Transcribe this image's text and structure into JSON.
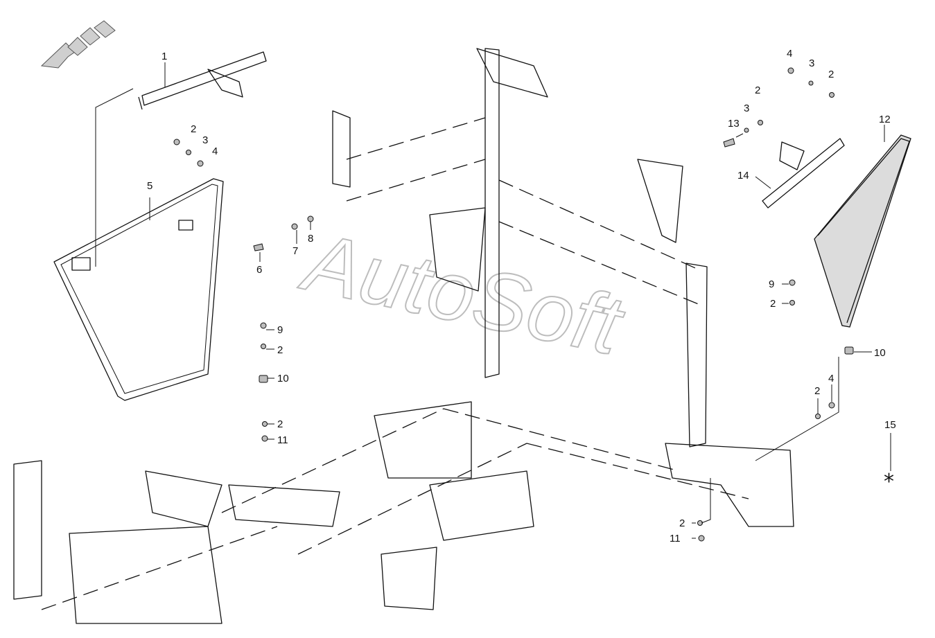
{
  "watermark": "AutoSoft",
  "callouts": [
    "1",
    "2",
    "3",
    "4",
    "5",
    "6",
    "7",
    "8",
    "9",
    "10",
    "11",
    "12",
    "13",
    "14",
    "15"
  ],
  "asterisk": "*",
  "icons": {
    "direction_arrow": "direction-arrow-icon"
  }
}
